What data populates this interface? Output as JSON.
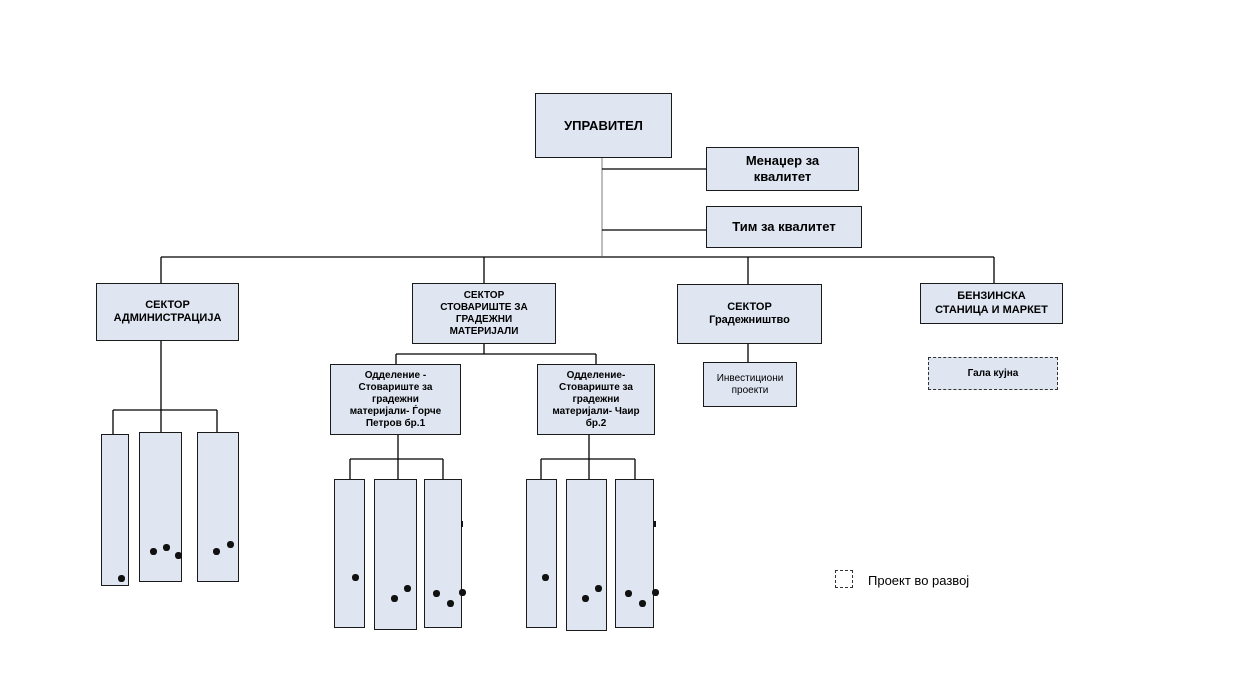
{
  "root": {
    "label": "УПРАВИТЕЛ"
  },
  "staff": [
    {
      "label": "Менаџер за\nквалитет"
    },
    {
      "label": "Тим за квалитет"
    }
  ],
  "sectors": [
    {
      "label": "СЕКТОР\nАДМИНИСТРАЦИЈА"
    },
    {
      "label": "СЕКТОР\nСТОВАРИШТЕ ЗА\nГРАДЕЖНИ\nМАТЕРИЈАЛИ"
    },
    {
      "label": "СЕКТОР\nГрадежништво"
    },
    {
      "label": "БЕНЗИНСКА\nСТАНИЦА И МАРКЕТ"
    }
  ],
  "departments": [
    {
      "label": "Одделение -\nСтовариште за\nградежни\nматеријали- Ѓорче\nПетров бр.1"
    },
    {
      "label": "Одделение-\nСтовариште за\nградежни\nматеријали- Чаир\nбр.2"
    }
  ],
  "projects": [
    {
      "label": "Инвестициони\nпроекти"
    },
    {
      "label": "Гала кујна",
      "status": "in-development"
    }
  ],
  "legend": {
    "label": "Проект во развој"
  },
  "colors": {
    "box_fill": "#dfe6f2",
    "border": "#1a1a1a",
    "line": "#000000",
    "trunk": "#9a9a9a"
  }
}
